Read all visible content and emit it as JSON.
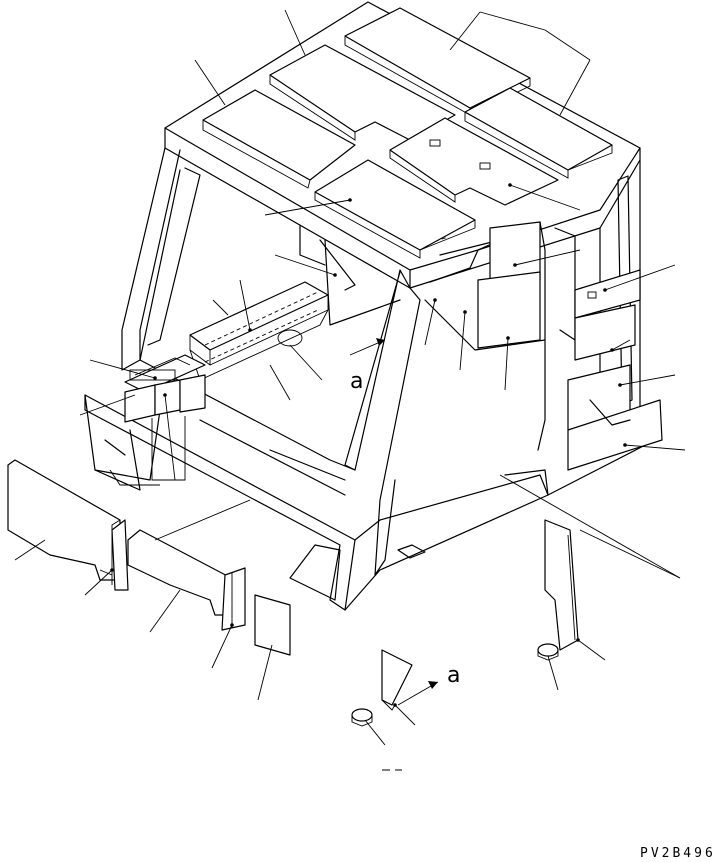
{
  "diagram": {
    "view_labels": [
      "a",
      "a"
    ],
    "drawing_code": "PV2B496"
  }
}
